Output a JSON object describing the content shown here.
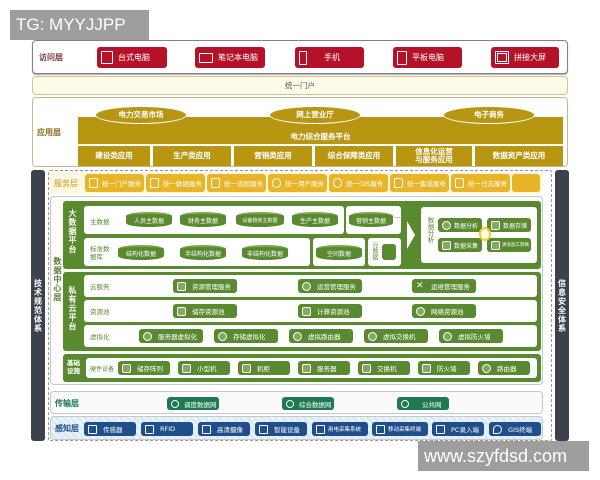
{
  "watermarks": {
    "top": "TG: MYYJJPP",
    "bottom": "www.szyfdsd.com"
  },
  "access_layer": {
    "label": "访问层",
    "items": [
      {
        "label": "台式电脑",
        "icon": "desktop-icon"
      },
      {
        "label": "笔记本电脑",
        "icon": "laptop-icon"
      },
      {
        "label": "手机",
        "icon": "phone-icon"
      },
      {
        "label": "平板电脑",
        "icon": "tablet-icon"
      },
      {
        "label": "拼接大屏",
        "icon": "video-wall-icon"
      }
    ],
    "color": "#b5122a"
  },
  "portal": {
    "label": "统一门户"
  },
  "application_layer": {
    "label": "应用层",
    "ovals": [
      "电力交易市场",
      "网上营业厅",
      "电子商务"
    ],
    "platform": "电力综合服务平台",
    "apps": [
      "建设类应用",
      "生产类应用",
      "营销类应用",
      "综合保障类应用",
      "信息化运营\n与服务应用",
      "数据资产类应用"
    ],
    "color": "#b89612"
  },
  "service_layer": {
    "label": "服务层",
    "items": [
      "统一门户服务",
      "统一数据服务",
      "统一流程服务",
      "统一用户服务",
      "统一GIS服务",
      "统一集成服务",
      "统一日志服务",
      ""
    ],
    "color": "#e9b528"
  },
  "data_center_layer": {
    "label": "数据中心层",
    "big_data": {
      "label": "大数据平台",
      "master_data": {
        "label": "主数据",
        "items": [
          "人员主数据",
          "财务主数据",
          "设备物资主数据",
          "生产主数据",
          "营销主数据"
        ],
        "more": "..."
      },
      "standard_db": {
        "label": "标准数据库",
        "items": [
          "结构化数据",
          "半结构化数据",
          "非结构化数据",
          "空间数据"
        ]
      },
      "metadata": "元数据",
      "data_process": {
        "label": "数据分析",
        "vertical_label": "数据分析",
        "items": [
          "数据分析",
          "数据存储",
          "数据采集",
          "清洗加工转换"
        ]
      }
    },
    "private_cloud": {
      "label": "私有云平台",
      "rows": [
        {
          "label": "云服务",
          "items": [
            "资源管理服务",
            "运营管理服务",
            "运维管理服务"
          ]
        },
        {
          "label": "资源池",
          "items": [
            "储存资源池",
            "计算资源池",
            "网络资源池"
          ]
        },
        {
          "label": "虚拟化",
          "items": [
            "服务器虚拟化",
            "存储虚拟化",
            "虚拟路由器",
            "虚拟交换机",
            "虚拟防火墙"
          ]
        }
      ]
    },
    "infrastructure": {
      "label": "基础设施",
      "row_label": "硬件设备",
      "items": [
        "储存阵列",
        "小型机",
        "机柜",
        "服务器",
        "交换机",
        "防火墙",
        "路由器"
      ]
    },
    "color": "#5a8a30"
  },
  "transport_layer": {
    "label": "传输层",
    "items": [
      "调度数据网",
      "综合数据网",
      "公共网"
    ],
    "color": "#1e7a52"
  },
  "perception_layer": {
    "label": "感知层",
    "items": [
      "传感器",
      "RFID",
      "高清摄像",
      "智能设备",
      "用电采集系统",
      "移动采集终端",
      "PC录入端",
      "GIS终端"
    ],
    "color": "#1e4f8c"
  },
  "side_panels": {
    "left": "技术规范体系",
    "right": "信息安全体系",
    "color": "#3c424d"
  }
}
